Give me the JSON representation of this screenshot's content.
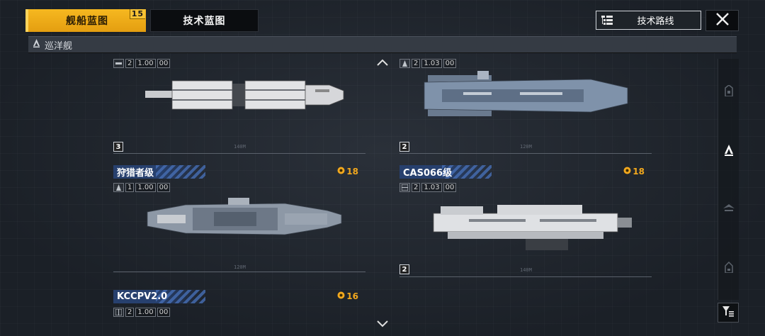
{
  "tabs": {
    "ships_label": "舰船蓝图",
    "ships_badge": "15",
    "tech_label": "技术蓝图"
  },
  "route_button": {
    "label": "技术路线",
    "icon": "tree-list-icon"
  },
  "close_icon": "close-icon",
  "category": {
    "label": "巡洋舰",
    "icon": "cruiser-class-icon"
  },
  "cards": [
    {
      "name": "",
      "cost": "",
      "stat_count": "2",
      "stat_value": "1.00",
      "stat_extra": "00",
      "tier": "3"
    },
    {
      "name": "",
      "cost": "",
      "stat_count": "2",
      "stat_value": "1.03",
      "stat_extra": "00",
      "tier": "2"
    },
    {
      "name": "狩猎者级",
      "cost": "18",
      "stat_count": "1",
      "stat_value": "1.00",
      "stat_extra": "00",
      "tier": ""
    },
    {
      "name": "CAS066级",
      "cost": "18",
      "stat_count": "2",
      "stat_value": "1.03",
      "stat_extra": "00",
      "tier": "2"
    },
    {
      "name": "KCCPV2.0",
      "cost": "16",
      "stat_count": "2",
      "stat_value": "1.00",
      "stat_extra": "00",
      "tier": ""
    }
  ],
  "deco": {
    "scale_a": "140M",
    "scale_b": "120M",
    "scale_c": "120M",
    "scale_d": "140M"
  },
  "colors": {
    "accent": "#f2b21a",
    "cost": "#f2a81d",
    "title_bar": "#27406e"
  }
}
